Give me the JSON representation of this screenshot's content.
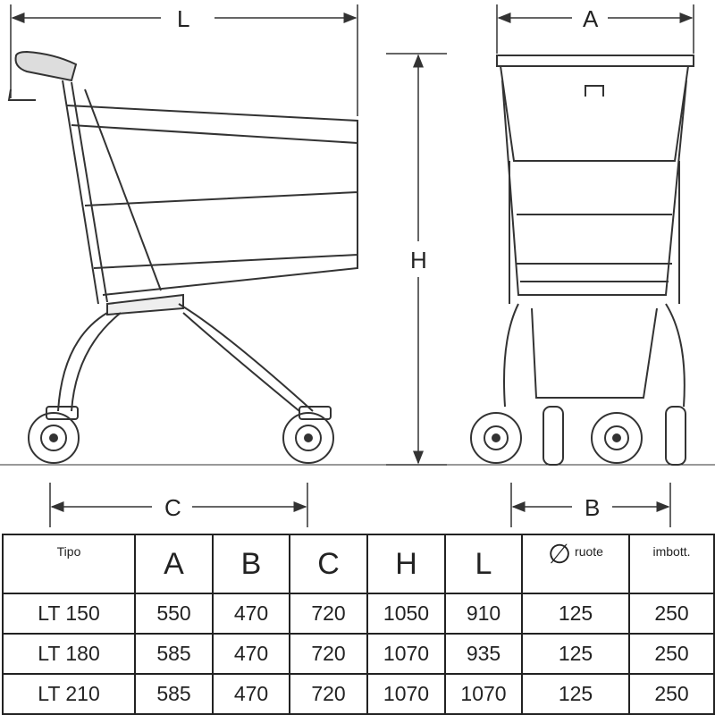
{
  "dimensions": {
    "L": "L",
    "A": "A",
    "H": "H",
    "C": "C",
    "B": "B"
  },
  "table": {
    "headers": [
      "Tipo",
      "A",
      "B",
      "C",
      "H",
      "L",
      "ruote",
      "imbott."
    ],
    "diameter_symbol": "∅",
    "rows": [
      [
        "LT 150",
        "550",
        "470",
        "720",
        "1050",
        "910",
        "125",
        "250"
      ],
      [
        "LT 180",
        "585",
        "470",
        "720",
        "1070",
        "935",
        "125",
        "250"
      ],
      [
        "LT 210",
        "585",
        "470",
        "720",
        "1070",
        "1070",
        "125",
        "250"
      ]
    ]
  }
}
